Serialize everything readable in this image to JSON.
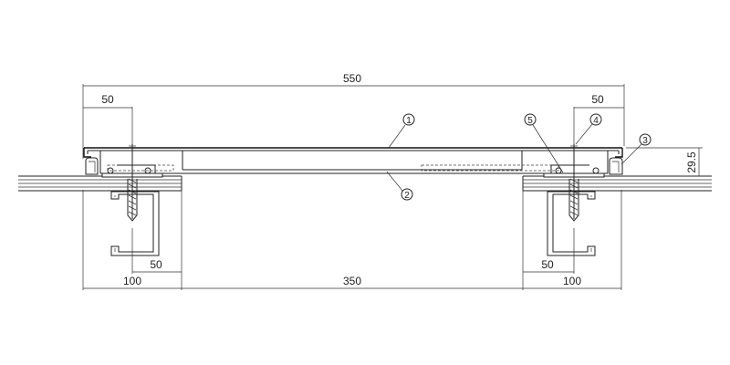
{
  "dimensions": {
    "overall_width": "550",
    "left_margin": "50",
    "right_margin": "50",
    "height": "29.5",
    "left_joist_offset": "50",
    "right_joist_offset": "50",
    "left_support": "100",
    "span": "350",
    "right_support": "100"
  },
  "callouts": [
    {
      "label": "1"
    },
    {
      "label": "2"
    },
    {
      "label": "3"
    },
    {
      "label": "4"
    },
    {
      "label": "5"
    }
  ],
  "colors": {
    "line": "#222222",
    "background": "#ffffff"
  }
}
